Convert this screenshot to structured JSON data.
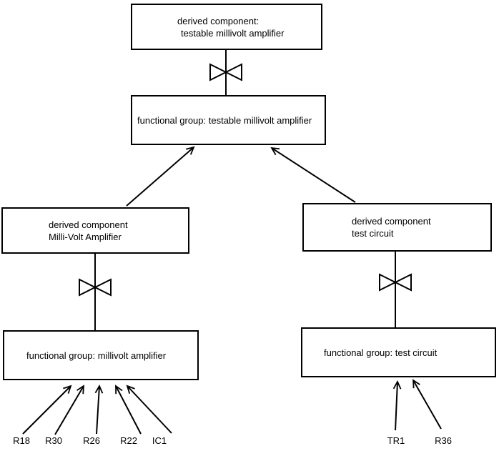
{
  "diagram": {
    "boxes": {
      "top_derived": {
        "line1": "derived component:",
        "line2": "testable millivolt amplifier"
      },
      "top_functional": {
        "label": "functional group: testable millivolt amplifier"
      },
      "left_derived": {
        "line1": "derived component",
        "line2": "Milli-Volt Amplifier"
      },
      "left_functional": {
        "label": "functional group: millivolt amplifier"
      },
      "right_derived": {
        "line1": "derived component",
        "line2": "test circuit"
      },
      "right_functional": {
        "label": "functional group: test circuit"
      }
    },
    "left_components": [
      "R18",
      "R30",
      "R26",
      "R22",
      "IC1"
    ],
    "right_components": [
      "TR1",
      "R36"
    ],
    "colors": {
      "line": "#000000",
      "background": "#ffffff",
      "text": "#000000"
    }
  }
}
